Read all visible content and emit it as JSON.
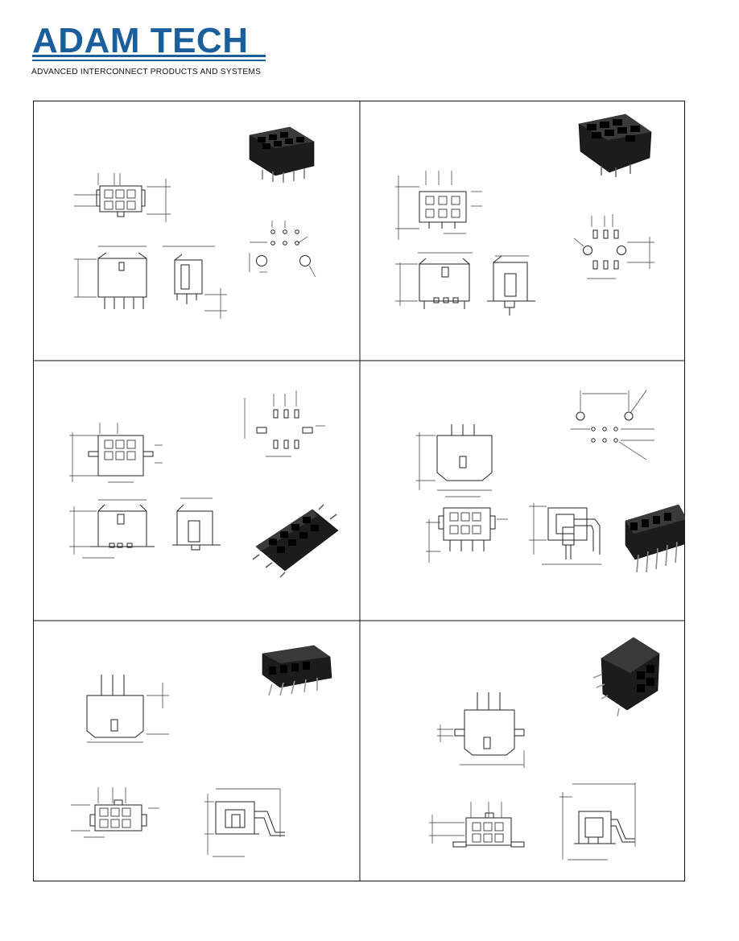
{
  "header": {
    "logo_text": "ADAM TECH",
    "tagline": "ADVANCED INTERCONNECT PRODUCTS AND SYSTEMS",
    "brand_color": "#1a5e9c"
  },
  "panels": [
    {
      "id": "panel-1",
      "content": "top-entry-header-with-pegs-drawings"
    },
    {
      "id": "panel-2",
      "content": "top-entry-header-drawings"
    },
    {
      "id": "panel-3",
      "content": "smt-vertical-header-drawings"
    },
    {
      "id": "panel-4",
      "content": "right-angle-header-drawings"
    },
    {
      "id": "panel-5",
      "content": "right-angle-smt-header-drawings"
    },
    {
      "id": "panel-6",
      "content": "right-angle-smt-header-with-tabs-drawings"
    }
  ],
  "icons": [
    "connector-photo",
    "technical-drawing"
  ]
}
